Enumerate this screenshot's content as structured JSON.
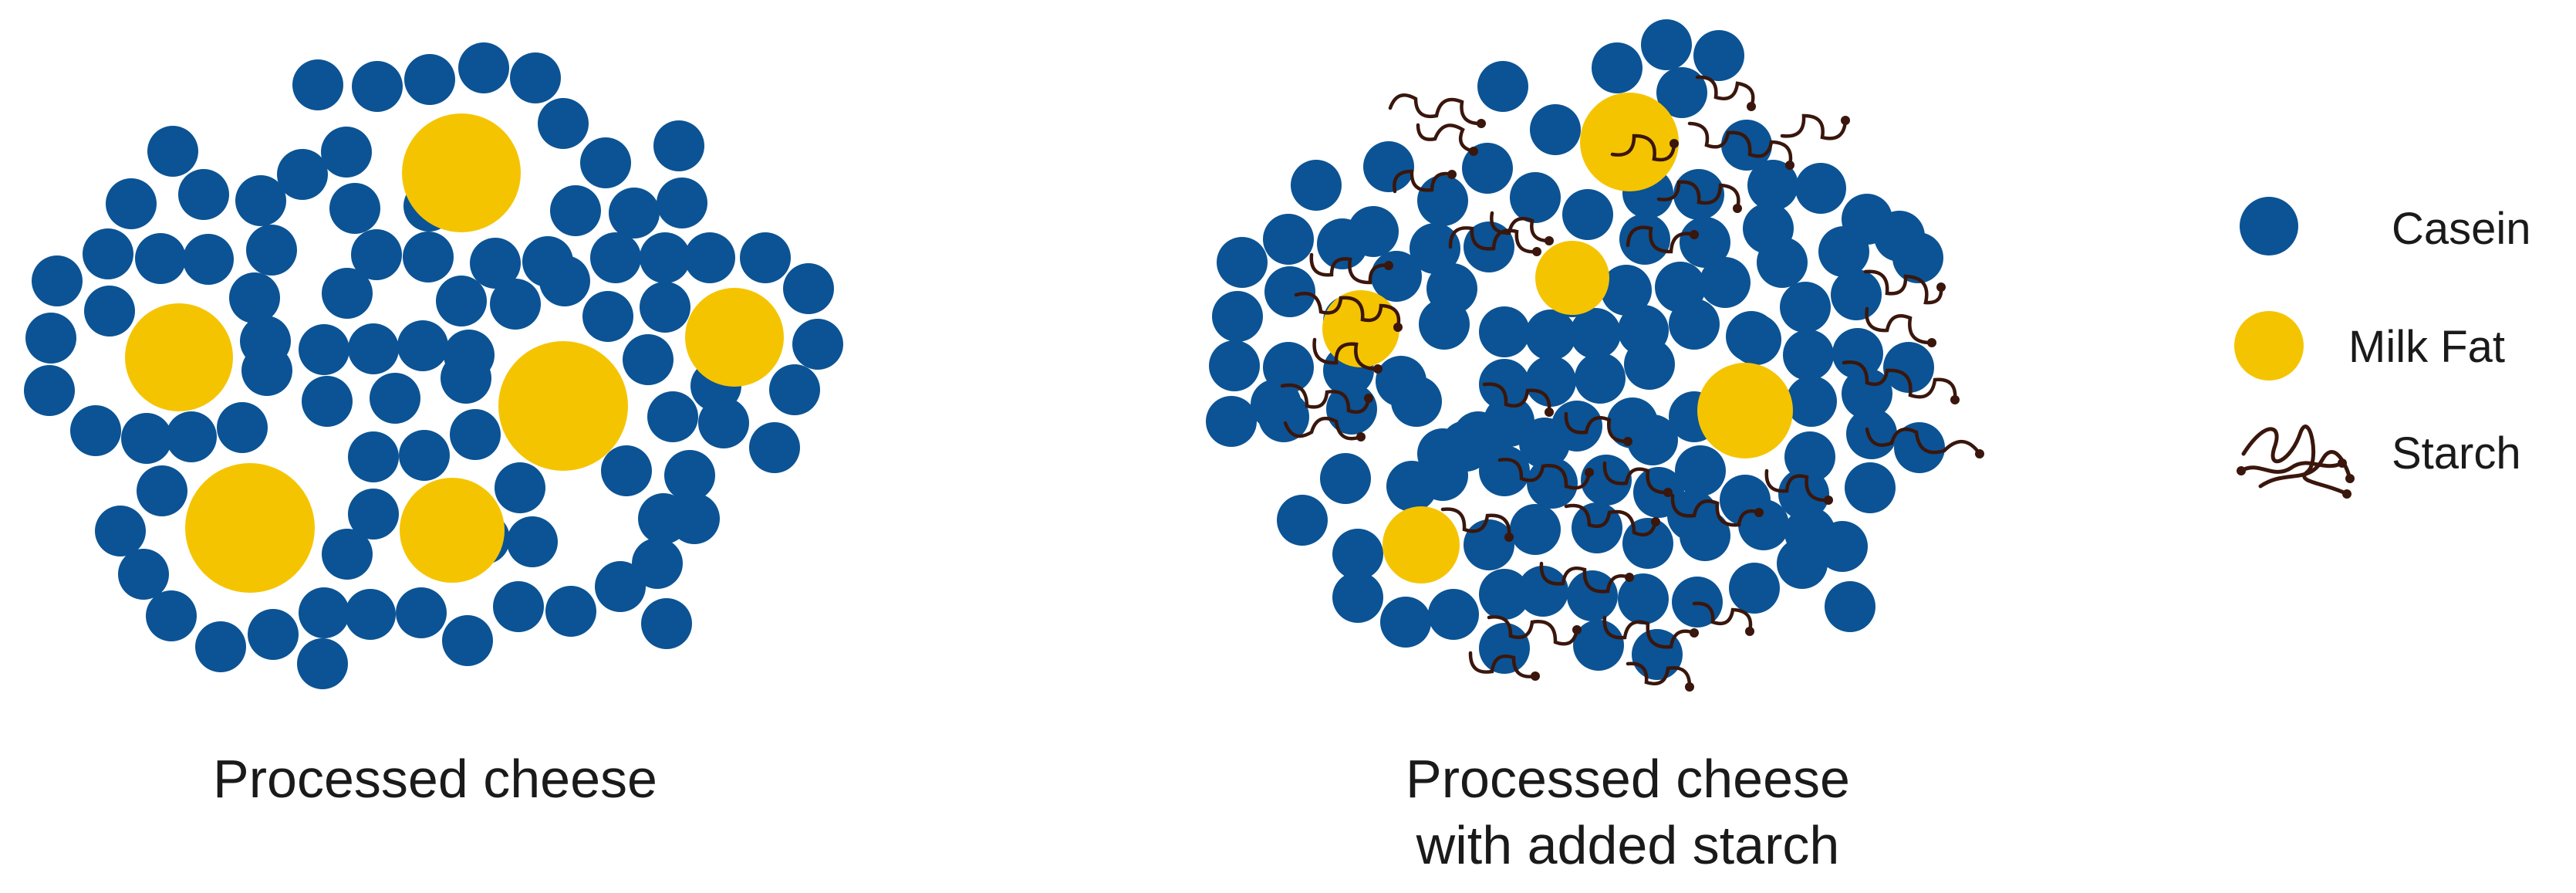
{
  "panels": {
    "left": {
      "label": "Processed cheese"
    },
    "right": {
      "label_line1": "Processed cheese",
      "label_line2": "with added starch"
    }
  },
  "legend": {
    "casein": "Casein",
    "milk_fat": "Milk Fat",
    "starch": "Starch"
  },
  "colors": {
    "casein": "#0b5394",
    "milk_fat": "#f5c400",
    "starch": "#3a160c"
  },
  "icons": {
    "casein": "casein-particle-icon",
    "milk_fat": "fat-globule-icon",
    "starch": "starch-strand-icon"
  }
}
